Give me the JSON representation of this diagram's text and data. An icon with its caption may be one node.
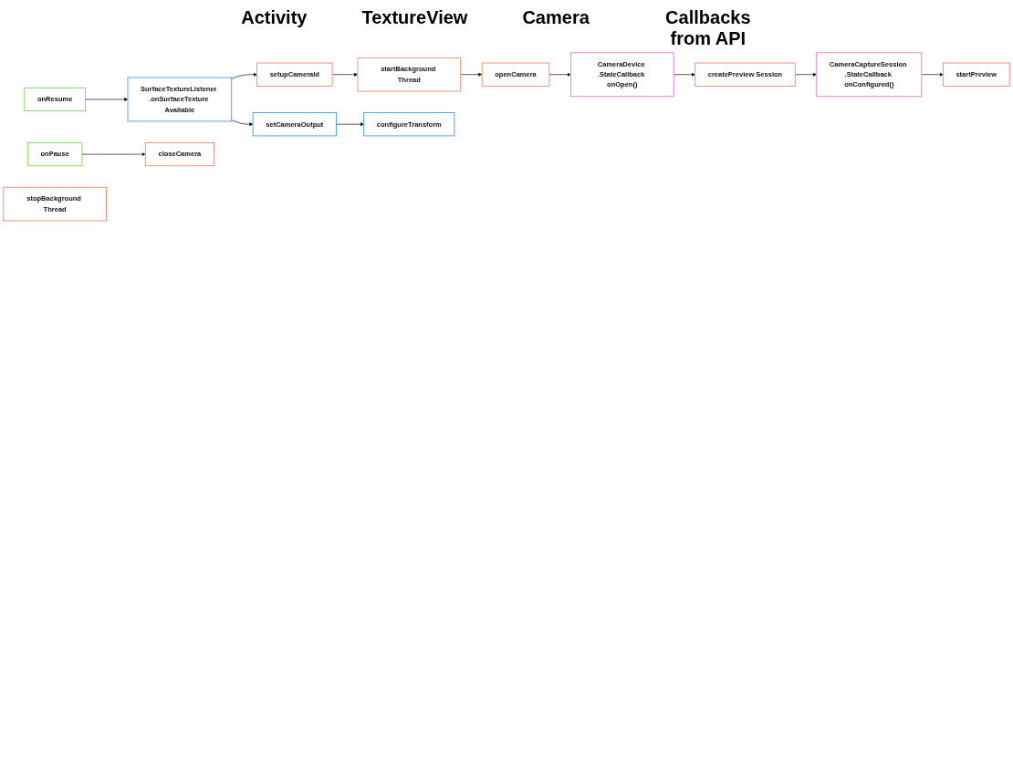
{
  "diagram": {
    "nodes": [
      {
        "text": [
          "onResume"
        ]
      },
      {
        "text": [
          "SurfaceTextureListener .onSurfaceTexture Available"
        ]
      },
      {
        "text": [
          "setupCameraId"
        ]
      },
      {
        "text": [
          "setCameraOutput"
        ]
      },
      {
        "text": [
          "startBackground Thread"
        ]
      },
      {
        "text": [
          "configureTransform"
        ]
      },
      {
        "text": [
          "openCamera"
        ]
      },
      {
        "text": [
          "CameraDevice .StateCallback onOpen()"
        ]
      },
      {
        "text": [
          "createPreview Session"
        ]
      },
      {
        "text": [
          "CameraCaptureSession .StateCallback onConfigured()"
        ]
      },
      {
        "text": [
          "startPreview"
        ]
      },
      {
        "text": [
          "onPause"
        ]
      },
      {
        "text": [
          "closeCamera"
        ]
      },
      {
        "text": [
          "stopBackground Thread"
        ]
      }
    ],
    "edges": [
      {
        "from": 0,
        "to": 1,
        "arrow": "to"
      },
      {
        "from": 1,
        "to": 2,
        "arrow": "to"
      },
      {
        "from": 1,
        "to": 3,
        "arrow": "to"
      },
      {
        "from": 3,
        "to": 5,
        "arrow": "to"
      },
      {
        "from": 2,
        "to": 4,
        "arrow": "to"
      },
      {
        "from": 4,
        "to": 6,
        "arrow": "to"
      },
      {
        "from": 6,
        "to": 7,
        "arrow": "to"
      },
      {
        "from": 7,
        "to": 8,
        "arrow": "to"
      },
      {
        "from": 8,
        "to": 9,
        "arrow": "to"
      },
      {
        "from": 9,
        "to": 10,
        "arrow": "to"
      },
      {
        "from": 11,
        "to": 12,
        "arrow": "to"
      }
    ],
    "labels": [
      "Activity",
      "TextureView",
      "Camera",
      "Callbacks from API"
    ]
  }
}
